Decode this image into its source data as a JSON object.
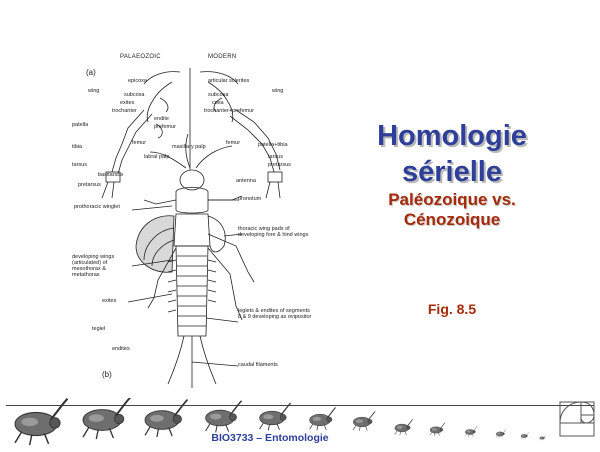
{
  "title": {
    "line1": "Homologie",
    "line2": "sérielle",
    "sub1": "Paléozoique vs.",
    "sub2": "Cénozoique"
  },
  "figure_ref": "Fig. 8.5",
  "footer": "BIO3733 – Entomologie",
  "figure": {
    "panel_a": "(a)",
    "panel_b": "(b)",
    "header_left": "PALAEOZOIC",
    "header_right": "MODERN",
    "labels_a_left": [
      "epicoxa",
      "wing",
      "subcoxa",
      "exites",
      "trochanter",
      "endite",
      "prefemur",
      "patella",
      "femur",
      "tibia",
      "tarsus",
      "basitarsus",
      "pretarsus"
    ],
    "labels_a_right": [
      "articular sclerites",
      "wing",
      "subcoxa",
      "coxa",
      "trochanter+prefemur",
      "femur",
      "patella+tibia",
      "tarsus",
      "pretarsus"
    ],
    "labels_b_left": [
      "maxillary palp",
      "labral palp",
      "prothoracic winglet",
      "developing wings (articulated) of mesothorax & metathorax",
      "exites",
      "tegiel",
      "endites"
    ],
    "labels_b_right": [
      "antenna",
      "pronotum",
      "thoracic wing pads of developing fore & hind wings",
      "leglets & endites of segments 8 & 9 developing as ovipositor",
      "caudal filaments"
    ]
  },
  "colors": {
    "title_blue": "#2e3f9a",
    "subtitle_red": "#a52a0a",
    "footer_text": "#2e3f9a"
  },
  "icons": [
    "rhinoceros-beetle-icon",
    "spiral-shell-icon"
  ]
}
